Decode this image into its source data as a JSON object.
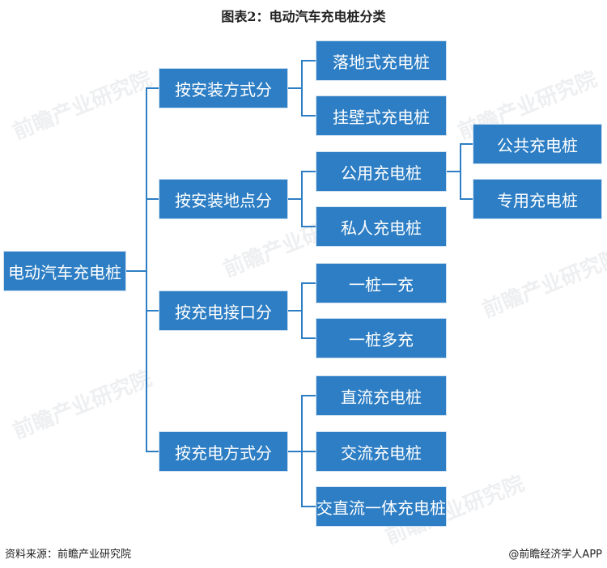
{
  "title": "图表2：电动汽车充电桩分类",
  "root": "电动汽车充电桩",
  "categories": [
    {
      "label": "按安装方式分",
      "children": [
        "落地式充电桩",
        "挂壁式充电桩"
      ]
    },
    {
      "label": "按安装地点分",
      "children": [
        "公用充电桩",
        "私人充电桩"
      ]
    },
    {
      "label": "按充电接口分",
      "children": [
        "一桩一充",
        "一桩多充"
      ]
    },
    {
      "label": "按充电方式分",
      "children": [
        "直流充电桩",
        "交流充电桩",
        "交直流一体充电桩"
      ]
    }
  ],
  "public_children": [
    "公共充电桩",
    "专用充电桩"
  ],
  "watermark": "前瞻产业研究院",
  "footer": {
    "source": "资料来源：前瞻产业研究院",
    "credit": "@前瞻经济学人APP"
  }
}
